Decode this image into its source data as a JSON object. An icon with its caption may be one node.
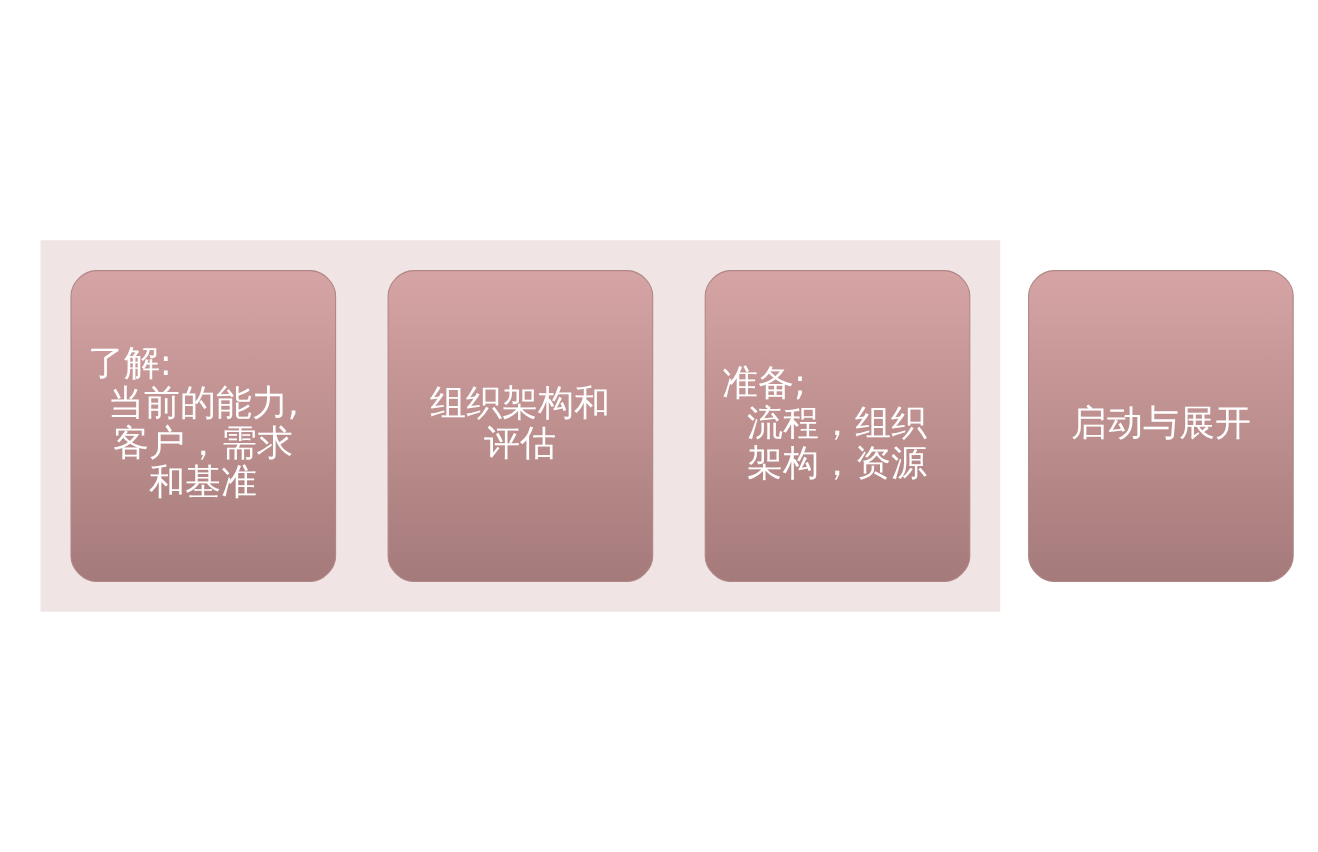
{
  "diagram": {
    "nodes": [
      {
        "text": [],
        "shape": "arrow"
      },
      {
        "text": [
          "了解:",
          "当前的能力,客户，需求和基准"
        ],
        "in": 0
      },
      {
        "text": [
          "组织架构和评估"
        ],
        "in": 0
      },
      {
        "text": [
          "准备;",
          "流程，组织架构，资源"
        ],
        "in": 0
      },
      {
        "text": [
          "启动与展开"
        ]
      }
    ]
  }
}
